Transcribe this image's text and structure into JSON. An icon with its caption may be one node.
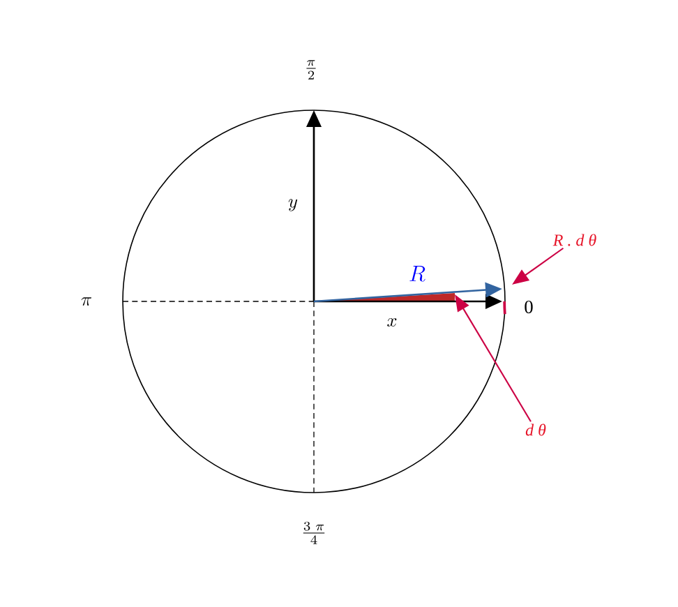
{
  "diagram": {
    "nodes": [
      {
        "text": [
          "R . d θ"
        ]
      },
      {
        "text": [
          "d θ"
        ]
      }
    ],
    "edges": [
      {
        "from": 0,
        "to": null,
        "arrow": "to",
        "color": "#cc0044"
      },
      {
        "from": 1,
        "to": null,
        "arrow": "to",
        "color": "#cc0044"
      }
    ],
    "labels": [
      "\\frac{\\pi}{2}",
      "y",
      "R",
      "x",
      "0",
      "\\pi",
      "\\frac{3\\ \\pi}{4}"
    ]
  }
}
